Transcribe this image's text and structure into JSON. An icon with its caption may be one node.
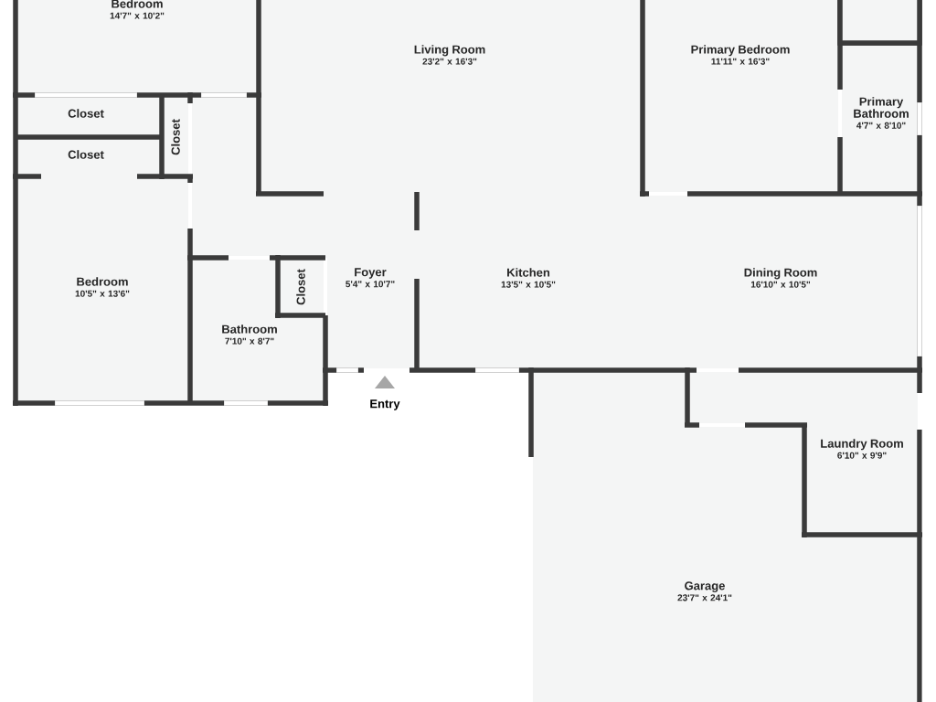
{
  "diagram": {
    "nodes": [
      {
        "text": [
          "Bedroom",
          "14'7\" x 10'2\""
        ]
      },
      {
        "text": [
          "Living Room",
          "23'2\" x 16'3\""
        ]
      },
      {
        "text": [
          "Primary Bedroom",
          "11'11\" x 16'3\""
        ]
      },
      {
        "text": [],
        "shape": "box"
      },
      {
        "text": [
          "Primary Bathroom",
          "4'7\" x 8'10\""
        ]
      },
      {
        "text": [
          "Closet"
        ]
      },
      {
        "text": [
          "Closet"
        ]
      },
      {
        "text": [
          "Closet"
        ]
      },
      {
        "text": [
          "Bedroom",
          "10'5\" x 13'6\""
        ]
      },
      {
        "text": [
          "Closet"
        ]
      },
      {
        "text": [
          "Bathroom",
          "7'10\" x 8'7\""
        ]
      },
      {
        "text": [
          "Foyer",
          "5'4\" x 10'7\""
        ]
      },
      {
        "text": [
          "Kitchen",
          "13'5\" x 10'5\""
        ]
      },
      {
        "text": [
          "Dining Room",
          "16'10\" x 10'5\""
        ]
      },
      {
        "text": [
          "Laundry Room",
          "6'10\" x 9'9\""
        ]
      },
      {
        "text": [
          "Garage",
          "23'7\" x 24'1\""
        ]
      }
    ],
    "labels": [
      "Entry"
    ]
  }
}
